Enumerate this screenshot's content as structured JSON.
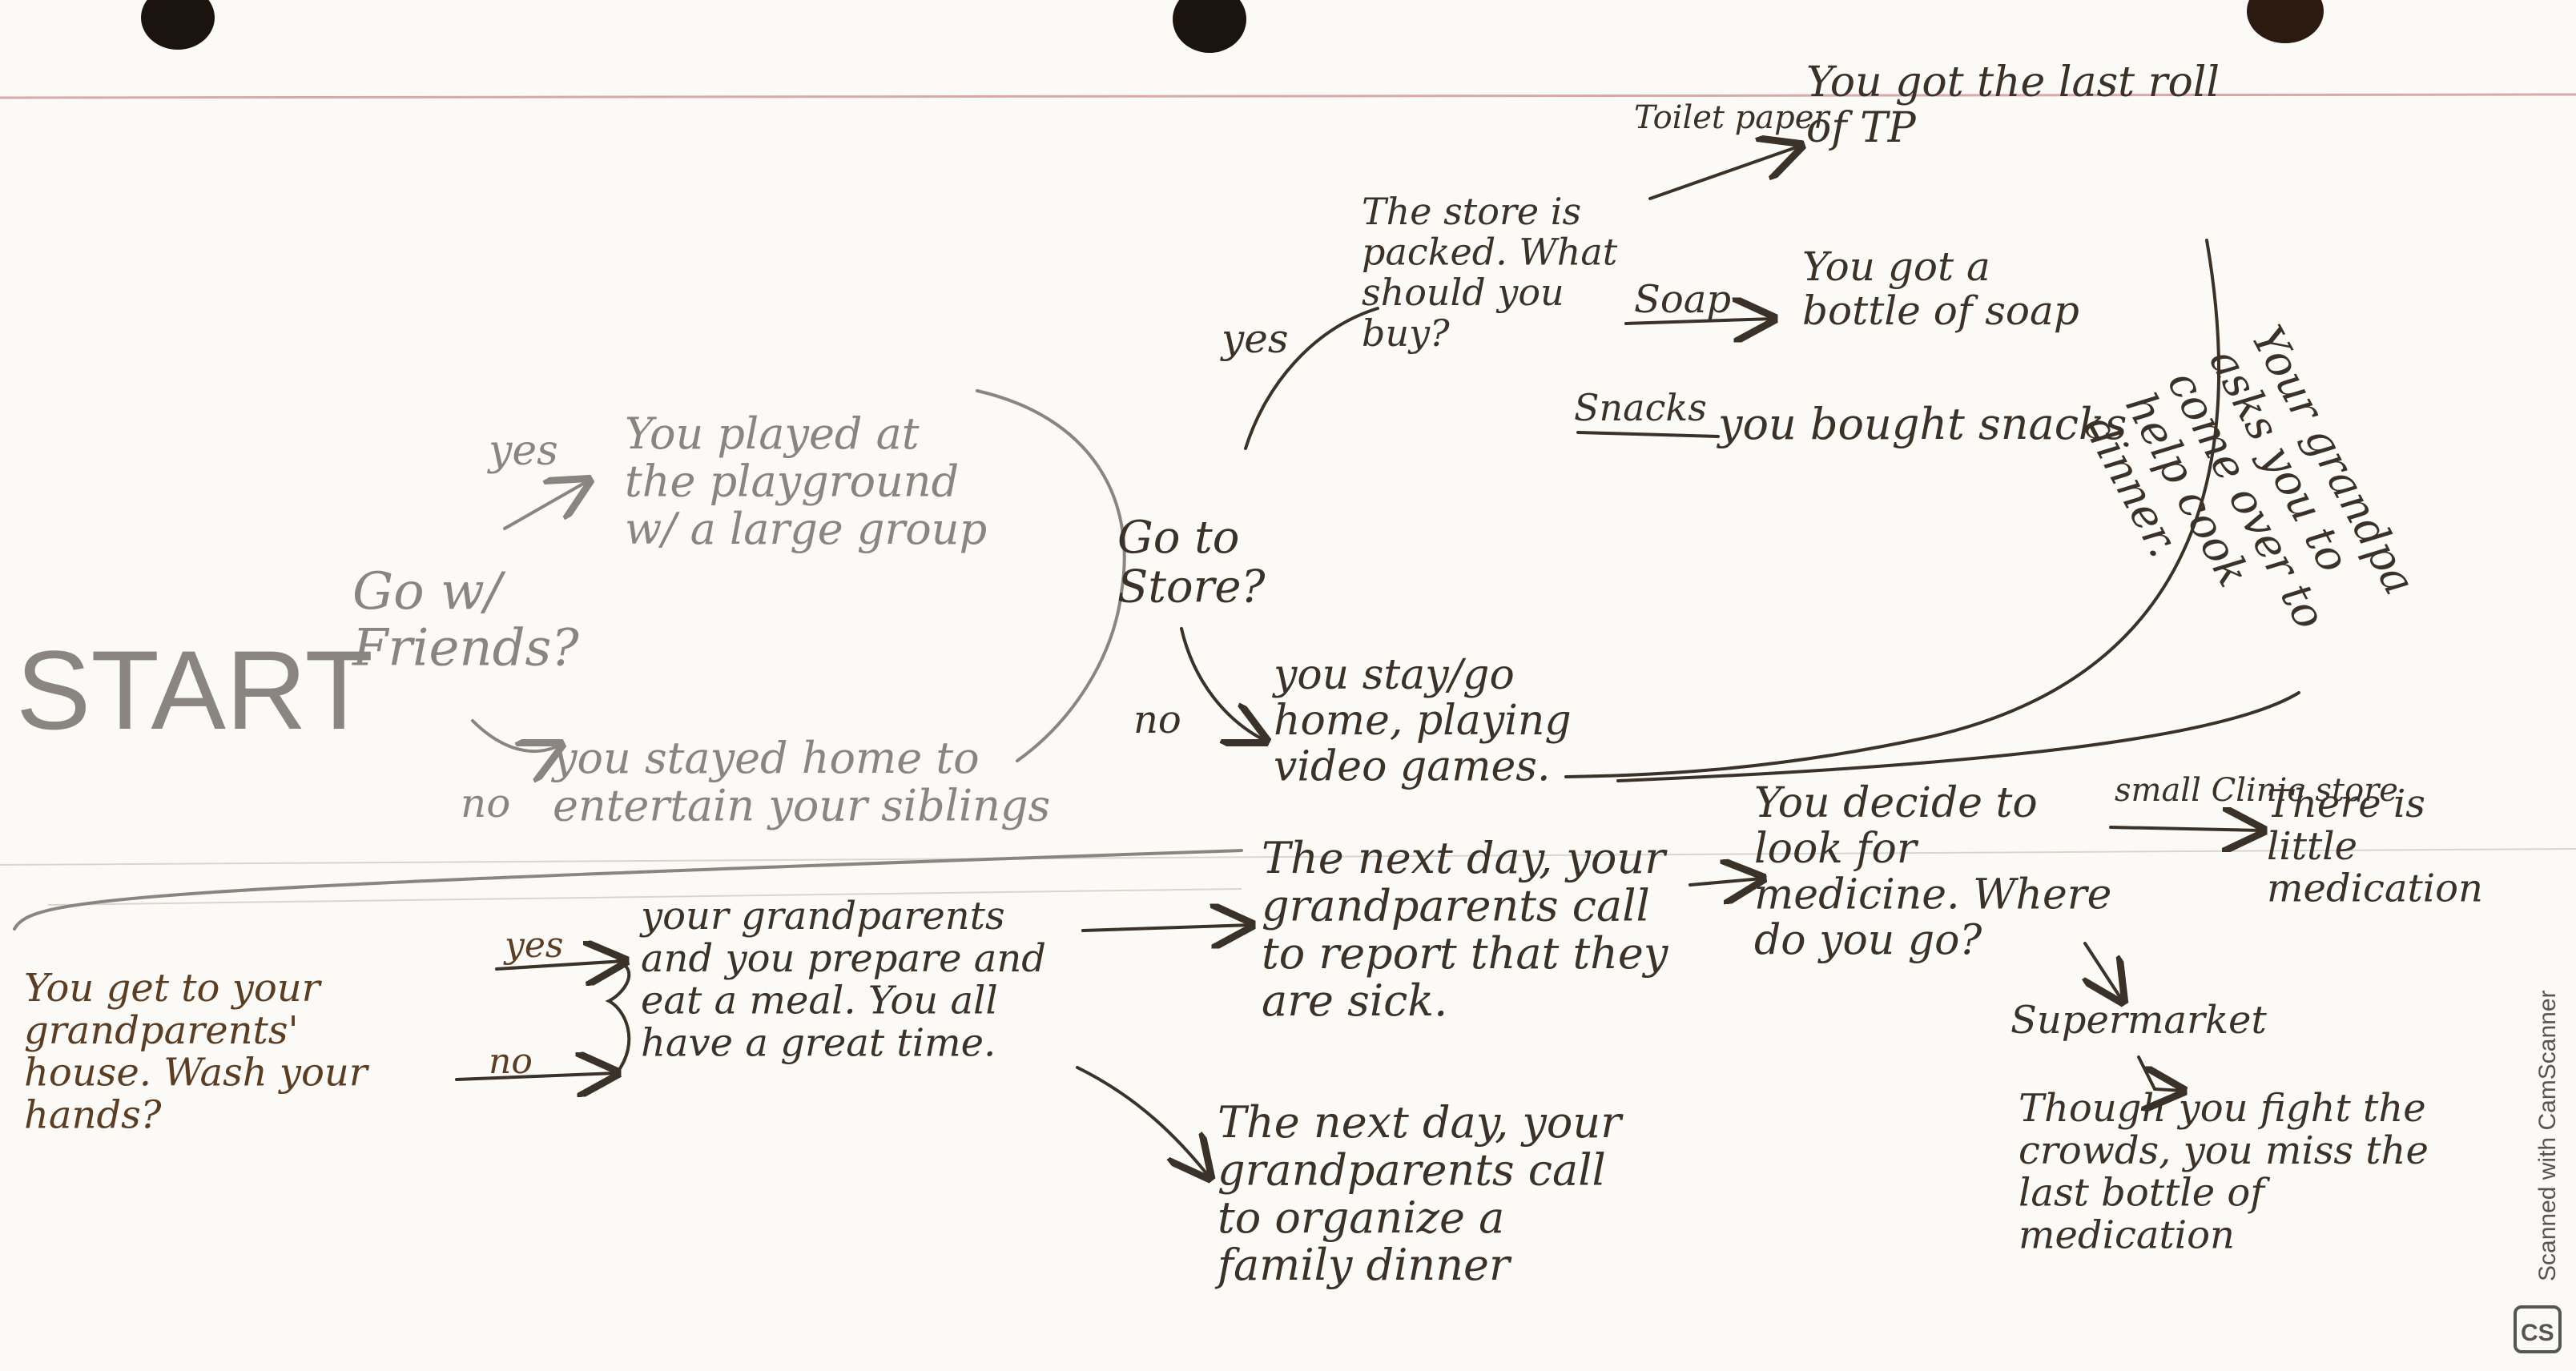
{
  "notes": {
    "start": "START",
    "go_friends": "Go w/ Friends?",
    "yes1": "yes",
    "yes1_outcome": "You played at the playground w/ a large group",
    "no1": "no",
    "no1_outcome": "you stayed home to entertain your siblings",
    "go_store": "Go to Store?",
    "yes2": "yes",
    "store_packed": "The store is packed. What should you buy?",
    "tp_label": "Toilet paper",
    "tp_outcome": "You got the last roll of TP",
    "soap_label": "Soap",
    "soap_outcome": "You got a bottle of soap",
    "snacks_label": "Snacks",
    "snacks_outcome": "you bought snacks",
    "no2": "no",
    "no2_outcome": "you stay/go home, playing video games.",
    "grandpa": "Your grandpa asks you to come over to help cook dinner.",
    "grandparents_house": "You get to your grandparents' house. Wash your hands?",
    "yes3": "yes",
    "no3": "no",
    "meal": "your grandparents and you prepare and eat a meal. You all have a great time.",
    "sick": "The next day, your grandparents call to report that they are sick.",
    "family_dinner": "The next day, your grandparents call to organize a family dinner",
    "medicine": "You decide to look for medicine. Where do you go?",
    "small_store_label": "small Clinic store",
    "small_store_outcome": "There is little medication",
    "supermarket": "Supermarket",
    "supermarket_outcome": "Though you fight the crowds, you miss the last bottle of medication"
  },
  "watermark": "Scanned with CamScanner",
  "watermark_logo": "CS"
}
